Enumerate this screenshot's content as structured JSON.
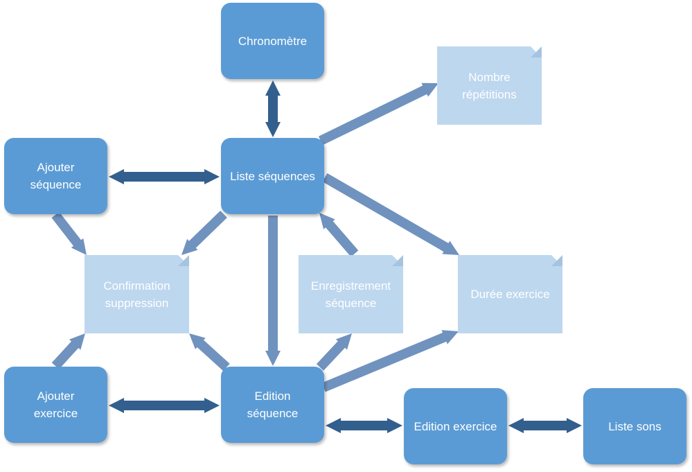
{
  "nodes": {
    "chronometre": "Chronomètre",
    "nombre_repetitions": "Nombre\nrépétitions",
    "ajouter_sequence": "Ajouter\nséquence",
    "liste_sequences": "Liste séquences",
    "confirmation_suppression": "Confirmation\nsuppression",
    "enregistrement_sequence": "Enregistrement\nséquence",
    "duree_exercice": "Durée exercice",
    "ajouter_exercice": "Ajouter\nexercice",
    "edition_sequence": "Edition\nséquence",
    "edition_exercice": "Edition exercice",
    "liste_sons": "Liste sons"
  },
  "colors": {
    "screen_node": "#5b9bd5",
    "dialog_node": "#bdd7ee",
    "bidirectional_arrow": "#335f8e",
    "directed_arrow": "#7092be"
  },
  "connections": [
    {
      "from": "chronometre",
      "to": "liste_sequences",
      "bidirectional": true
    },
    {
      "from": "ajouter_sequence",
      "to": "liste_sequences",
      "bidirectional": true
    },
    {
      "from": "liste_sequences",
      "to": "nombre_repetitions",
      "bidirectional": false
    },
    {
      "from": "liste_sequences",
      "to": "duree_exercice",
      "bidirectional": false
    },
    {
      "from": "liste_sequences",
      "to": "confirmation_suppression",
      "bidirectional": false
    },
    {
      "from": "liste_sequences",
      "to": "edition_sequence",
      "bidirectional": false
    },
    {
      "from": "enregistrement_sequence",
      "to": "liste_sequences",
      "bidirectional": false
    },
    {
      "from": "ajouter_sequence",
      "to": "confirmation_suppression",
      "bidirectional": false
    },
    {
      "from": "ajouter_exercice",
      "to": "confirmation_suppression",
      "bidirectional": false
    },
    {
      "from": "edition_sequence",
      "to": "confirmation_suppression",
      "bidirectional": false
    },
    {
      "from": "edition_sequence",
      "to": "enregistrement_sequence",
      "bidirectional": false
    },
    {
      "from": "edition_sequence",
      "to": "duree_exercice",
      "bidirectional": false
    },
    {
      "from": "ajouter_exercice",
      "to": "edition_sequence",
      "bidirectional": true
    },
    {
      "from": "edition_sequence",
      "to": "edition_exercice",
      "bidirectional": true
    },
    {
      "from": "edition_exercice",
      "to": "liste_sons",
      "bidirectional": true
    }
  ]
}
